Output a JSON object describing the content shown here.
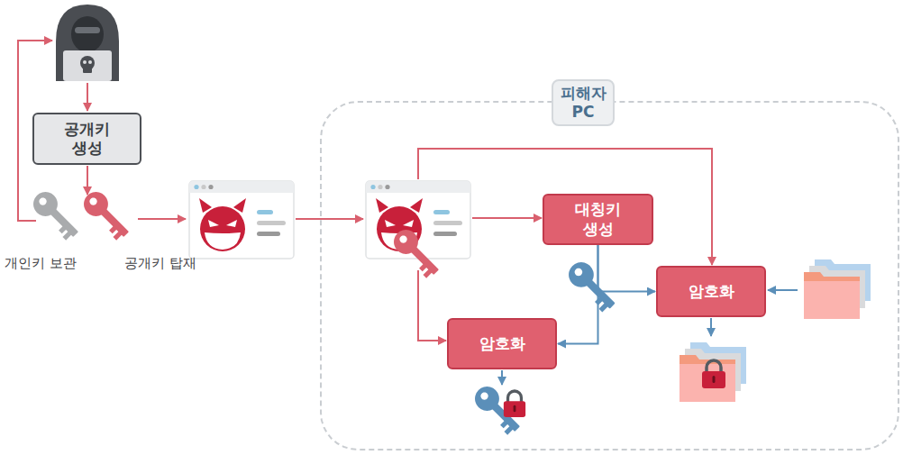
{
  "diagram": {
    "nodes": [
      {
        "text": [
          "공개키 생성"
        ]
      },
      {
        "text": [
          "피해자 PC"
        ]
      },
      {
        "text": [
          "대칭키 생성"
        ],
        "in": 1
      },
      {
        "text": [
          "암호화"
        ],
        "in": 1
      },
      {
        "text": [
          "암호화"
        ],
        "in": 1
      }
    ],
    "edges": [
      {
        "from": 2,
        "to": 3,
        "arrow": "to"
      },
      {
        "from": 2,
        "to": 4,
        "arrow": "to"
      }
    ],
    "labels": [
      "개인키 보관",
      "공개키 탑재"
    ]
  }
}
